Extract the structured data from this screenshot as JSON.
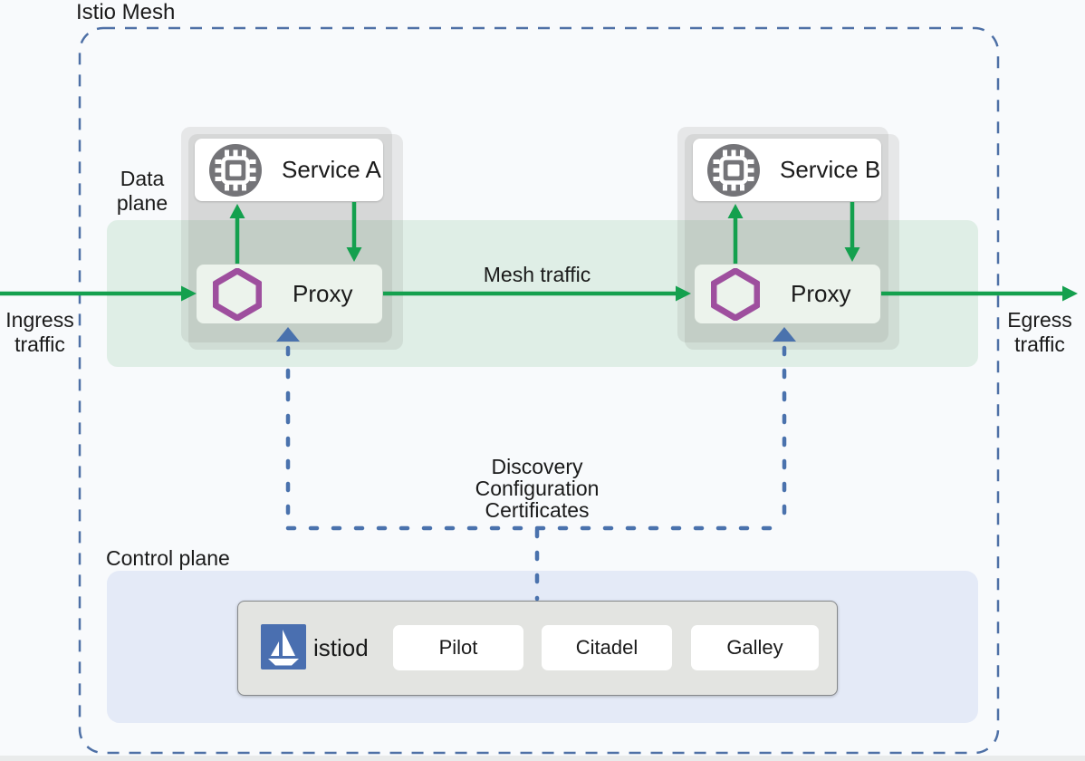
{
  "title": "Istio Mesh",
  "labels": {
    "data_plane": "Data\nplane",
    "control_plane": "Control plane",
    "ingress": "Ingress\ntraffic",
    "egress": "Egress\ntraffic",
    "mesh_traffic": "Mesh traffic",
    "discovery": "Discovery\nConfiguration\nCertificates"
  },
  "data_plane": {
    "pods": [
      {
        "service": "Service A",
        "proxy": "Proxy"
      },
      {
        "service": "Service B",
        "proxy": "Proxy"
      }
    ]
  },
  "control_plane": {
    "istiod": "istiod",
    "components": [
      "Pilot",
      "Citadel",
      "Galley"
    ]
  },
  "icons": {
    "service": "chip-icon",
    "proxy": "envoy-hexagon-icon",
    "istiod": "istio-sail-logo"
  },
  "colors": {
    "traffic_green": "#14A04E",
    "proxy_purple": "#9E4F9E",
    "control_blue": "#4A72AD",
    "mesh_border_blue": "#4E70A6",
    "istio_logo_blue": "#4A6FB0",
    "data_plane_band": "#DFEEE6",
    "control_plane_panel": "#E4EAF7",
    "pod_gray": "#E0E3DD",
    "service_icon_gray": "#747478"
  }
}
